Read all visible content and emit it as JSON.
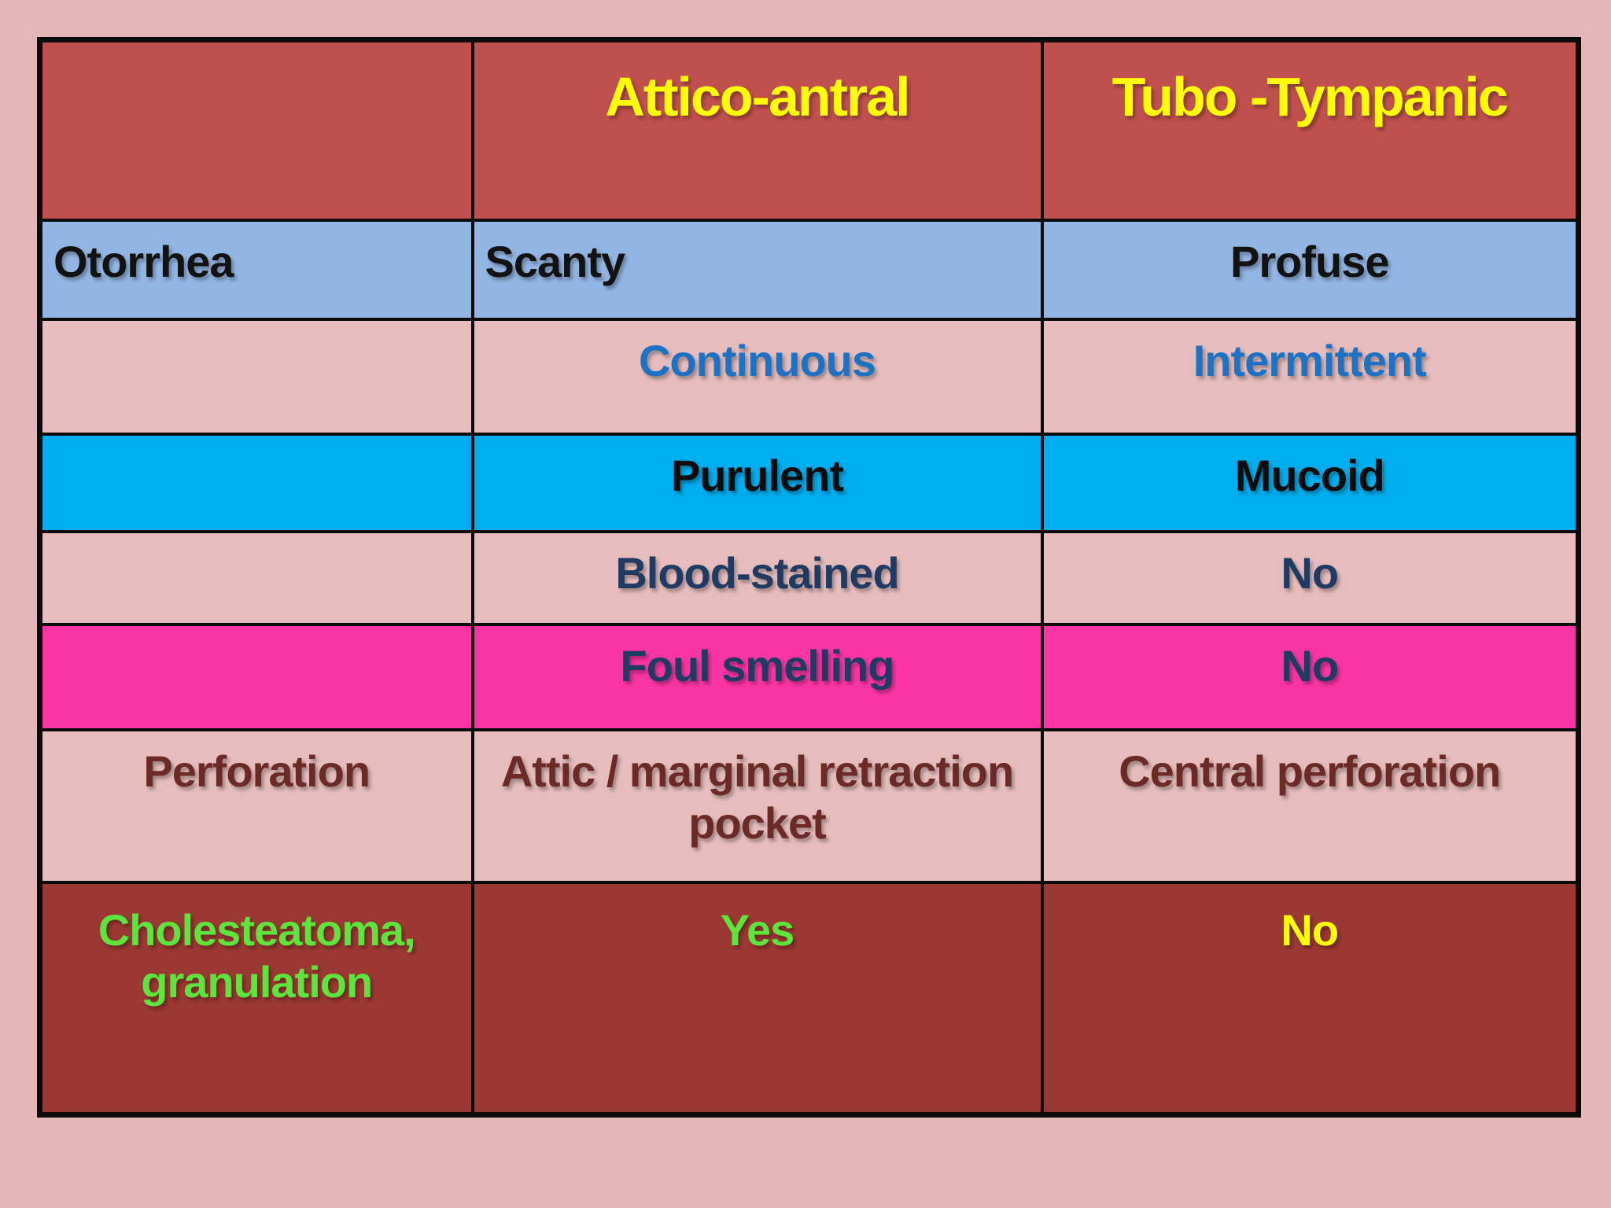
{
  "slide": {
    "bg_color": "#e4b8b9",
    "table": {
      "border_color": "#0b0b0b",
      "rows": [
        {
          "name": "header",
          "bg": "#c0504d",
          "cells": [
            {
              "text": "",
              "color": "#ffff00",
              "align": "center"
            },
            {
              "text": "Attico-antral",
              "color": "#ffff00",
              "align": "center"
            },
            {
              "text": "Tubo -Tympanic",
              "color": "#ffff00",
              "align": "center"
            }
          ]
        },
        {
          "name": "otorrhea",
          "bg": "#93b5e3",
          "cells": [
            {
              "text": "Otorrhea",
              "color": "#121212",
              "align": "left"
            },
            {
              "text": "Scanty",
              "color": "#121212",
              "align": "left"
            },
            {
              "text": "Profuse",
              "color": "#121212",
              "align": "center"
            }
          ]
        },
        {
          "name": "continuity",
          "bg": "#e6bcbc",
          "cells": [
            {
              "text": "",
              "color": "#1c72c4",
              "align": "center"
            },
            {
              "text": "Continuous",
              "color": "#1c72c4",
              "align": "center"
            },
            {
              "text": "Intermittent",
              "color": "#1c72c4",
              "align": "center"
            }
          ]
        },
        {
          "name": "discharge-character",
          "bg": "#00aeef",
          "cells": [
            {
              "text": "",
              "color": "#0d0d0d",
              "align": "center"
            },
            {
              "text": "Purulent",
              "color": "#0d0d0d",
              "align": "center"
            },
            {
              "text": "Mucoid",
              "color": "#0d0d0d",
              "align": "center"
            }
          ]
        },
        {
          "name": "blood-stained",
          "bg": "#e6bcbc",
          "cells": [
            {
              "text": "",
              "color": "#1f3b64",
              "align": "center"
            },
            {
              "text": "Blood-stained",
              "color": "#1f3b64",
              "align": "center"
            },
            {
              "text": "No",
              "color": "#1f3b64",
              "align": "center"
            }
          ]
        },
        {
          "name": "foul-smelling",
          "bg": "#fb34a4",
          "cells": [
            {
              "text": "",
              "color": "#1f3b64",
              "align": "center"
            },
            {
              "text": "Foul smelling",
              "color": "#1f3b64",
              "align": "center"
            },
            {
              "text": "No",
              "color": "#1f3b64",
              "align": "center"
            }
          ]
        },
        {
          "name": "perforation",
          "bg": "#e6bcbc",
          "cells": [
            {
              "text": "Perforation",
              "color": "#6c2a27",
              "align": "center"
            },
            {
              "text": "Attic / marginal retraction pocket",
              "color": "#6c2a27",
              "align": "center"
            },
            {
              "text": "Central perforation",
              "color": "#6c2a27",
              "align": "center"
            }
          ]
        },
        {
          "name": "cholesteatoma-granulation",
          "bg": "#9c3833",
          "cells": [
            {
              "text": "Cholesteatoma, granulation",
              "color": "#5ce63d",
              "align": "center"
            },
            {
              "text": "Yes",
              "color": "#5ce63d",
              "align": "center"
            },
            {
              "text": "No",
              "color": "#ffff00",
              "align": "center"
            }
          ]
        }
      ]
    }
  }
}
